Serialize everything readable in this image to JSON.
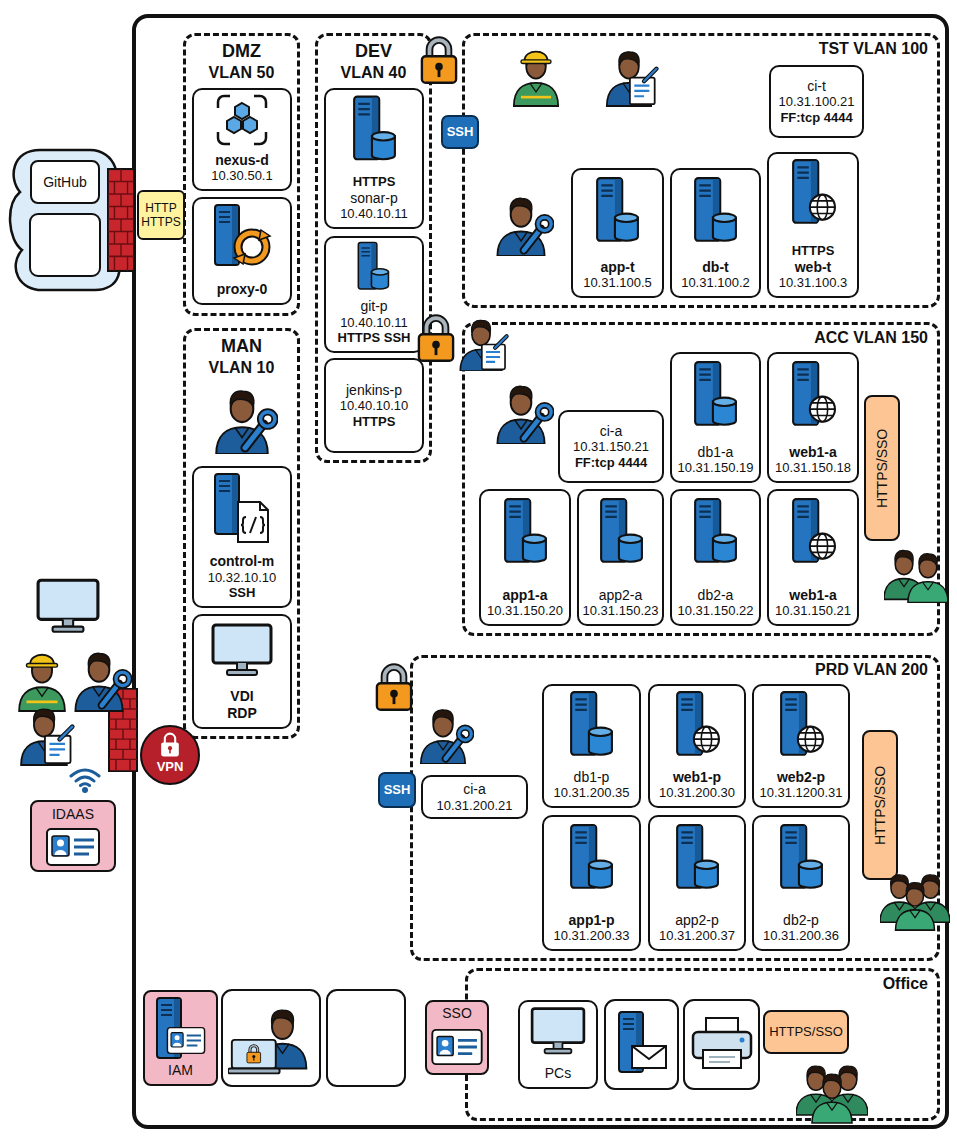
{
  "diagram": {
    "nodes": [
      {
        "text": [
          "GitHub"
        ]
      },
      {
        "text": [
          "HTTP HTTPS"
        ]
      },
      {
        "text": [
          "DMZ",
          "VLAN 50"
        ]
      },
      {
        "text": [
          "nexus-d",
          "10.30.50.1"
        ],
        "in": 2
      },
      {
        "text": [
          "proxy-0"
        ],
        "in": 2
      },
      {
        "text": [
          "DEV",
          "VLAN 40"
        ]
      },
      {
        "text": [
          "HTTPS",
          "sonar-p",
          "10.40.10.11"
        ],
        "in": 5
      },
      {
        "text": [
          "git-p",
          "10.40.10.11",
          "HTTPS SSH"
        ],
        "in": 5
      },
      {
        "text": [
          "jenkins-p",
          "10.40.10.10",
          "HTTPS"
        ],
        "in": 5
      },
      {
        "text": [
          "TST VLAN 100"
        ]
      },
      {
        "text": [
          "SSH"
        ],
        "in": 9
      },
      {
        "text": [
          "ci-t",
          "10.31.100.21",
          "FF:tcp 4444"
        ],
        "in": 9
      },
      {
        "text": [
          "app-t",
          "10.31.100.5"
        ],
        "in": 9
      },
      {
        "text": [
          "db-t",
          "10.31.100.2"
        ],
        "in": 9
      },
      {
        "text": [
          "HTTPS",
          "web-t",
          "10.31.100.3"
        ],
        "in": 9
      },
      {
        "text": [
          "MAN",
          "VLAN 10"
        ]
      },
      {
        "text": [
          "control-m",
          "10.32.10.10",
          "SSH"
        ],
        "in": 15
      },
      {
        "text": [
          "VDI",
          "RDP"
        ],
        "in": 15
      },
      {
        "text": [
          "ACC VLAN 150"
        ]
      },
      {
        "text": [
          "ci-a",
          "10.31.150.21",
          "FF:tcp 4444"
        ],
        "in": 18
      },
      {
        "text": [
          "db1-a",
          "10.31.150.19"
        ],
        "in": 18
      },
      {
        "text": [
          "web1-a",
          "10.31.150.18"
        ],
        "in": 18
      },
      {
        "text": [
          "HTTPS/SSO"
        ],
        "in": 18
      },
      {
        "text": [
          "app1-a",
          "10.31.150.20"
        ],
        "in": 18
      },
      {
        "text": [
          "app2-a",
          "10.31.150.23"
        ],
        "in": 18
      },
      {
        "text": [
          "db2-a",
          "10.31.150.22"
        ],
        "in": 18
      },
      {
        "text": [
          "web1-a",
          "10.31.150.21"
        ],
        "in": 18
      },
      {
        "text": [
          "VPN"
        ]
      },
      {
        "text": [
          "IDAAS"
        ]
      },
      {
        "text": [
          "PRD VLAN 200"
        ]
      },
      {
        "text": [
          "SSH"
        ],
        "in": 29
      },
      {
        "text": [
          "ci-a",
          "10.31.200.21"
        ],
        "in": 29
      },
      {
        "text": [
          "db1-p",
          "10.31.200.35"
        ],
        "in": 29
      },
      {
        "text": [
          "web1-p",
          "10.31.200.30"
        ],
        "in": 29
      },
      {
        "text": [
          "web2-p",
          "10.31.1200.31"
        ],
        "in": 29
      },
      {
        "text": [
          "HTTPS/SSO"
        ],
        "in": 29
      },
      {
        "text": [
          "app1-p",
          "10.31.200.33"
        ],
        "in": 29
      },
      {
        "text": [
          "app2-p",
          "10.31.200.37"
        ],
        "in": 29
      },
      {
        "text": [
          "db2-p",
          "10.31.200.36"
        ],
        "in": 29
      },
      {
        "text": [
          "Office"
        ]
      },
      {
        "text": [
          "PCs"
        ],
        "in": 39
      },
      {
        "text": [
          "HTTPS/SSO"
        ],
        "in": 39
      },
      {
        "text": [
          "IAM"
        ]
      },
      {
        "text": [
          "SSO"
        ]
      }
    ]
  }
}
